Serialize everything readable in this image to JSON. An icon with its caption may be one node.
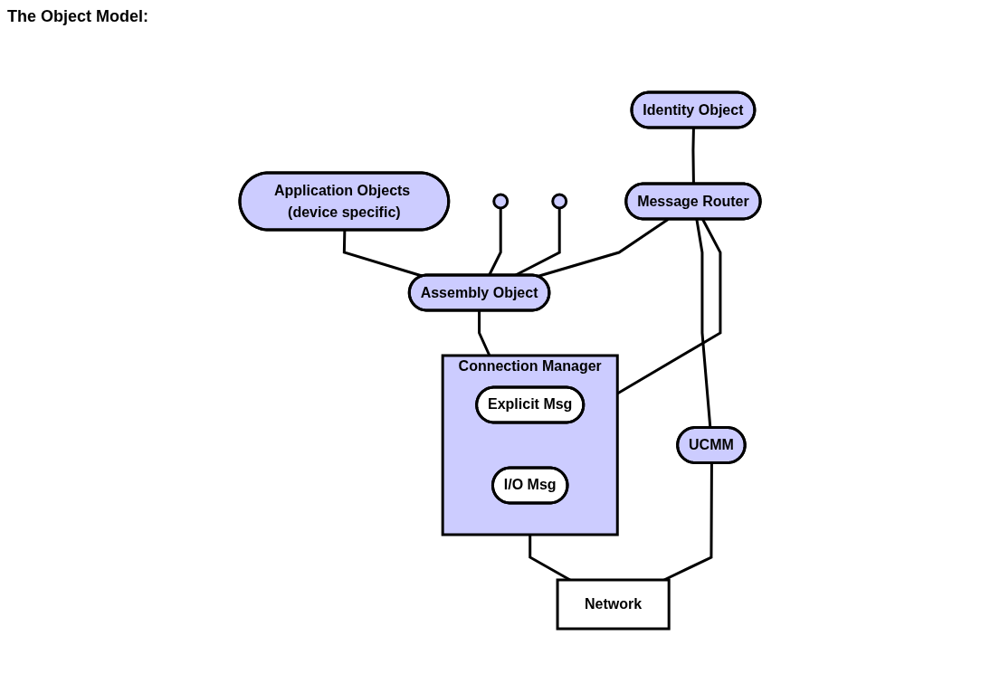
{
  "diagram": {
    "title": "The Object Model:",
    "nodes": [
      {
        "text": [
          "Application Objects (device specific)"
        ]
      },
      {
        "text": [],
        "shape": "circle"
      },
      {
        "text": [],
        "shape": "circle"
      },
      {
        "text": [
          "Identity Object"
        ]
      },
      {
        "text": [
          "Assembly Object"
        ]
      },
      {
        "text": [
          "Message Router"
        ]
      },
      {
        "text": [
          "Connection Manager"
        ]
      },
      {
        "text": [
          "Explicit Msg"
        ],
        "in": 6
      },
      {
        "text": [
          "I/O Msg"
        ],
        "in": 6
      },
      {
        "text": [
          "UCMM"
        ]
      },
      {
        "text": [
          "Network"
        ]
      }
    ],
    "edges": [
      {
        "from": 0,
        "to": 4,
        "arrow": "none"
      },
      {
        "from": 1,
        "to": 4,
        "arrow": "none"
      },
      {
        "from": 2,
        "to": 4,
        "arrow": "none"
      },
      {
        "from": 3,
        "to": 5,
        "arrow": "none"
      },
      {
        "from": 5,
        "to": 4,
        "arrow": "none"
      },
      {
        "from": 5,
        "to": 6,
        "arrow": "none"
      },
      {
        "from": 4,
        "to": 6,
        "arrow": "none"
      },
      {
        "from": 5,
        "to": 9,
        "arrow": "none"
      },
      {
        "from": 9,
        "to": 10,
        "arrow": "none"
      },
      {
        "from": 6,
        "to": 10,
        "arrow": "none"
      }
    ]
  }
}
